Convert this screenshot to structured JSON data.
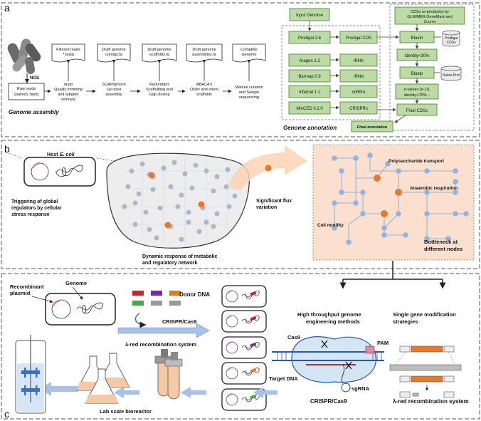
{
  "panel_labels": {
    "a": "a",
    "b": "b",
    "c": "c"
  },
  "assembly": {
    "ngs": "NGS",
    "raw": [
      "Raw reads",
      "(paired) .fastq"
    ],
    "filtered": [
      "Filtered reads",
      "*.fastq"
    ],
    "draft_contigs": [
      "Draft genome",
      "contigs.fa"
    ],
    "draft_scaffolds": [
      "Draft genome",
      "scaffolds.fa"
    ],
    "draft_assemblies": [
      "Draft genome",
      "assemblies.fa"
    ],
    "complete": [
      "Complete",
      "Genome"
    ],
    "step1": [
      "fastp",
      "Quality trimming",
      "and adapter",
      "removal"
    ],
    "step2": [
      "SOAPdenovo",
      "De novo",
      "assembly"
    ],
    "step3": [
      "Redundans",
      "Scaffolding and",
      "Gap closing"
    ],
    "step4": [
      "ABACAS",
      "Order and orient",
      "scaffolds"
    ],
    "step5": [
      "Manual curation",
      "and Sanger",
      "sequencing"
    ],
    "title": "Genome assembly"
  },
  "annotation": {
    "input": "Input Genome",
    "tools": [
      "Prodigal 2.6",
      "Aragon 1.2",
      "Barrnap 0.9",
      "Infernal 1.1",
      "MinCED 0.2.0"
    ],
    "outputs": [
      "Prodigal CDS",
      "tRNA",
      "rRNA",
      "ncRNA",
      "CRISPRs"
    ],
    "repredict": [
      "CDSs re-prediction by",
      "GLIMMER,GeneMark and",
      "Zcurve"
    ],
    "blastn": "Blastn",
    "prodigal_cds_db": [
      "Prodigal",
      "CDSs"
    ],
    "identity": "Identity<30%",
    "blastp": "Blastp",
    "swiss": "Swiss-Prot",
    "evalue": [
      "e-value<1e-10,",
      "identity>70%..."
    ],
    "final_cds": "Final CDSs",
    "final_annotation": "Final annotation",
    "title": "Genome annotation"
  },
  "panel_b": {
    "host": "Host",
    "host_species": "E. coli",
    "trigger": [
      "Triggering of global",
      "regulators by cellular",
      "stress response"
    ],
    "dynamic": [
      "Dynamic response of metabolic",
      "and regulatory network"
    ],
    "flux": [
      "Significant flux",
      "variation"
    ],
    "polysaccharide": "Polysaccharide  transport",
    "anaerobic": "Anaerobic respiration",
    "motility": "Cell motility",
    "bottleneck": [
      "Bottleneck at",
      "different nodes"
    ]
  },
  "panel_c": {
    "recombinant": [
      "Recombinant",
      "plasmid"
    ],
    "genome": "Genome",
    "donor": "Donor DNA",
    "crispr": "CRISPR/Cas9",
    "lambda": "λ-red recombination system",
    "lab": "Lab scale bioreactor",
    "high": [
      "High throughput genome",
      "engineering methods"
    ],
    "single": [
      "Single gene modification",
      "strategies"
    ],
    "cas9": "Cas9",
    "pam": "PAM",
    "target": "Target DNA",
    "sgrna": "sgRNA",
    "crispr_bottom": "CRISPR/Cas9",
    "lambda_bottom": "λ-red recombination system"
  },
  "colors": {
    "green": "#bcdca5",
    "orange": "#e8792b",
    "node": "#93b4de",
    "peach": "#fbe0cf",
    "arrow": "#7a9fd6",
    "donor": [
      "#c0282d",
      "#7a2c9e",
      "#e07b2a",
      "#4da34f",
      "#9a9a9a"
    ]
  }
}
